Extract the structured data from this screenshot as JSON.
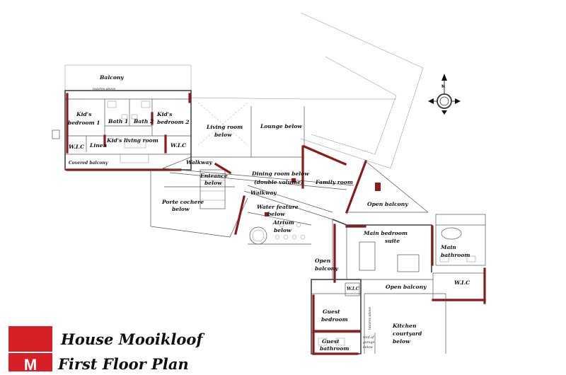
{
  "title": {
    "line1": "House Mooikloof",
    "line2": "First Floor Plan"
  },
  "logo": {
    "letter": "M",
    "color": "#d61f26"
  },
  "compass": {
    "north_label": "N"
  },
  "colors": {
    "wall_accent": "#8b1a1a",
    "linework": "#555555",
    "background": "#ffffff"
  },
  "rooms": {
    "balcony": "Balcony",
    "louvres_above_1": "louvres above",
    "kids_bedroom_1_a": "Kid's",
    "kids_bedroom_1_b": "bedroom 1",
    "bath_1": "Bath 1",
    "bath_2": "Bath 2",
    "kids_bedroom_2_a": "Kid's",
    "kids_bedroom_2_b": "bedroom 2",
    "wic_left": "W.I.C",
    "linen": "Linen",
    "kids_living_room": "Kid's living room",
    "wic_kids2": "W.I.C",
    "covered_balcony": "Covered balcony",
    "living_room_below_a": "Living room",
    "living_room_below_b": "below",
    "lounge_below": "Lounge below",
    "walkway_1": "Walkway",
    "entrance_a": "Entrance",
    "entrance_b": "below",
    "dining_a": "Dining room below",
    "dining_b": "(double volume)",
    "walkway_2": "Walkway",
    "family_room": "Family room",
    "porte_a": "Porte cochere",
    "porte_b": "below",
    "water_a": "Water feature",
    "water_b": "below",
    "atrium_a": "Atrium",
    "atrium_b": "below",
    "open_balcony_1": "Open balcony",
    "main_bed_a": "Main bedroom",
    "main_bed_b": "suite",
    "main_bath_a": "Main",
    "main_bath_b": "bathroom",
    "open_balcony_left_a": "Open",
    "open_balcony_left_b": "balcony",
    "wic_small": "W.I.C",
    "open_balcony_2": "Open balcony",
    "wic_main": "W.I.C",
    "guest_bed_a": "Guest",
    "guest_bed_b": "bedroom",
    "louvres_above_2": "louvres above",
    "kitchen_a": "Kitchen",
    "kitchen_b": "courtyard",
    "kitchen_c": "below",
    "guest_bath_a": "Guest",
    "guest_bath_b": "bathroom",
    "garage_a": "roof of",
    "garage_b": "garage",
    "garage_c": "below"
  }
}
